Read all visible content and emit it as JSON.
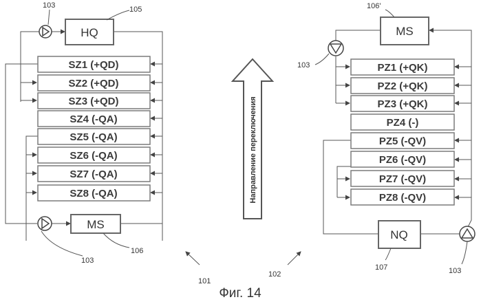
{
  "left_system": {
    "zones": [
      "SZ1 (+QD)",
      "SZ2 (+QD)",
      "SZ3 (+QD)",
      "SZ4 (-QA)",
      "SZ5 (-QA)",
      "SZ6 (-QA)",
      "SZ7 (-QA)",
      "SZ8 (-QA)"
    ],
    "top_box": "HQ",
    "bottom_box": "MS",
    "refs": {
      "top_pump": "103",
      "top_box": "105",
      "bottom_pump": "103",
      "bottom_box": "106"
    }
  },
  "right_system": {
    "zones": [
      "PZ1 (+QK)",
      "PZ2 (+QK)",
      "PZ3 (+QK)",
      "PZ4 (-)",
      "PZ5 (-QV)",
      "PZ6 (-QV)",
      "PZ7 (-QV)",
      "PZ8 (-QV)"
    ],
    "top_box": "MS",
    "bottom_box": "NQ",
    "refs": {
      "top_box": "106'",
      "top_pump": "103",
      "bottom_box": "107",
      "bottom_pump": "103"
    }
  },
  "switch_direction_label": "Направление переключения",
  "labels": {
    "left_system": "101",
    "right_system": "102"
  },
  "caption": "Фиг. 14"
}
